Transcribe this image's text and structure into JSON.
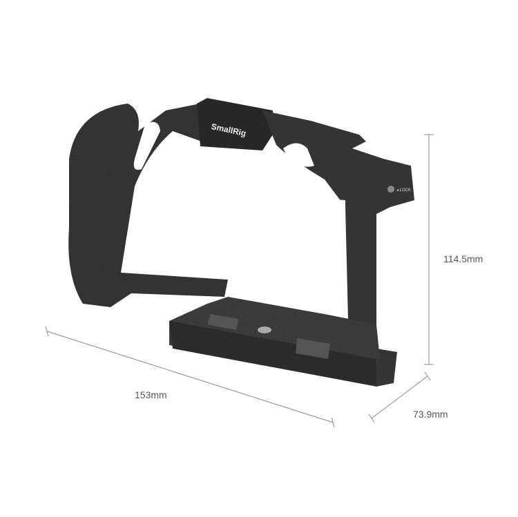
{
  "product": {
    "brand_logo": "SmallRig",
    "lock_label": "LOCK"
  },
  "dimensions": {
    "height": "114.5mm",
    "width": "153mm",
    "depth": "73.9mm"
  },
  "colors": {
    "cage": "#3a3a3a",
    "cage_highlight": "#5a5a5a",
    "dimension_line": "#888888",
    "text": "#555555"
  }
}
